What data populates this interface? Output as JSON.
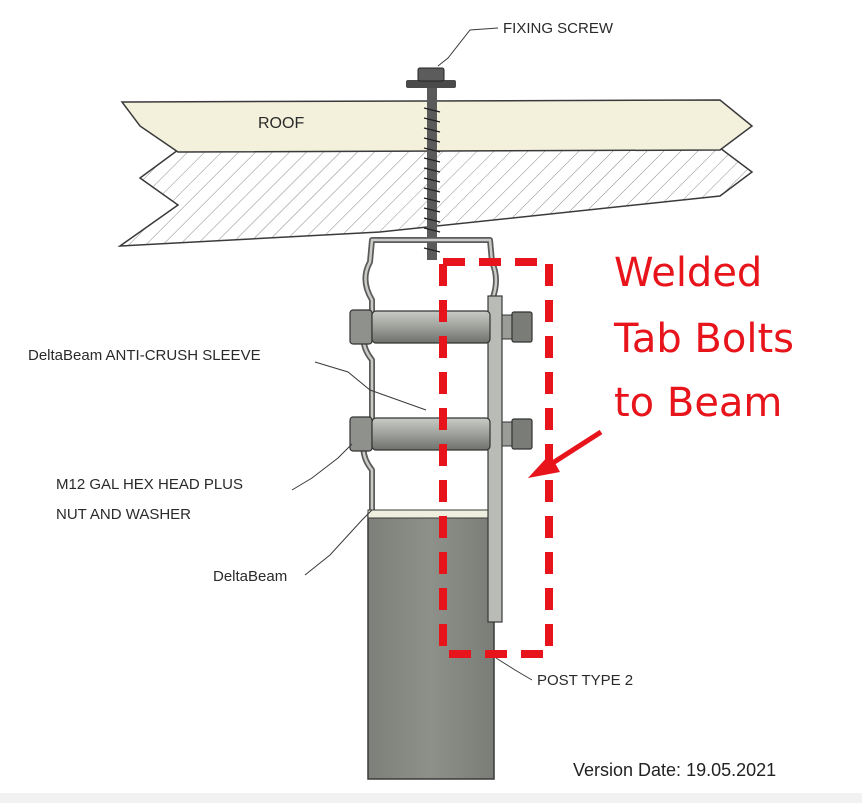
{
  "labels": {
    "fixing_screw": "FIXING SCREW",
    "roof": "ROOF",
    "anti_crush_sleeve": "DeltaBeam ANTI-CRUSH SLEEVE",
    "hex_head_line1": "M12 GAL HEX HEAD PLUS",
    "hex_head_line2": "NUT AND WASHER",
    "deltabeam": "DeltaBeam",
    "post_type": "POST TYPE 2"
  },
  "callout": {
    "line1": "Welded",
    "line2": "Tab Bolts",
    "line3": "to Beam",
    "color": "#e8141b"
  },
  "footer": {
    "version": "Version Date: 19.05.2021"
  },
  "colors": {
    "roof_fill": "#f3f1dc",
    "post_fill": "#8a8c86",
    "tab_fill": "#b9bbb6",
    "bolt_fill": "#a4a6a1",
    "outline": "#3a3a3a"
  }
}
